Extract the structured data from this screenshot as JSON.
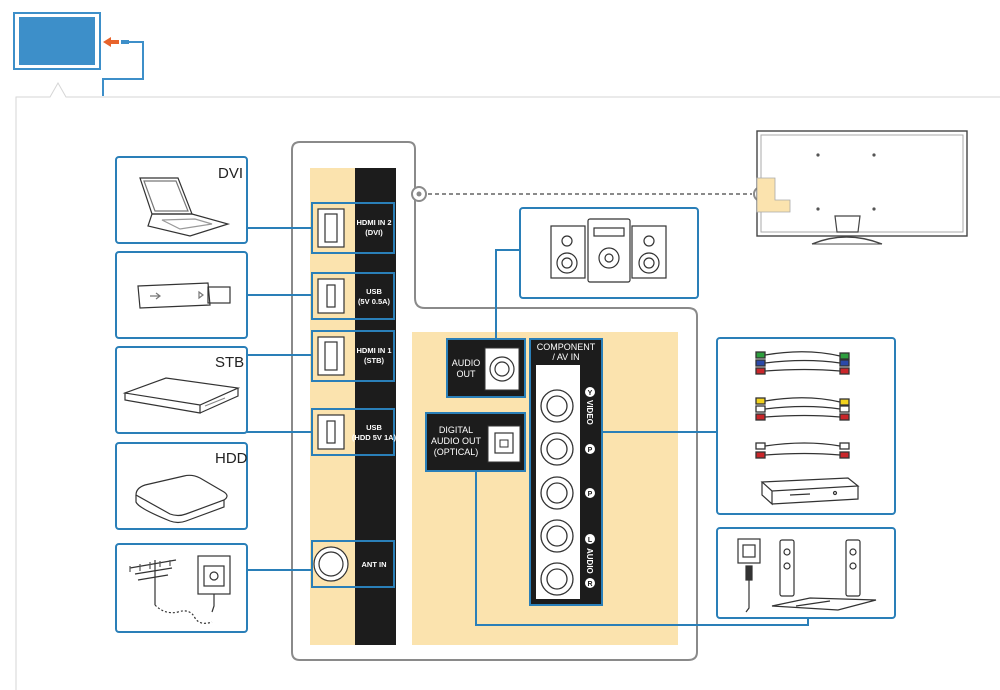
{
  "devices": {
    "laptop": {
      "label": "DVI"
    },
    "usb_stick": {
      "label": ""
    },
    "stb": {
      "label": "STB"
    },
    "usb_hdd": {
      "label": "HDD"
    },
    "antenna": {
      "label": ""
    }
  },
  "ports": {
    "hdmi2": {
      "line1": "HDMI IN 2",
      "line2": "(DVI)"
    },
    "usb1": {
      "line1": "USB",
      "line2": "(5V 0.5A)"
    },
    "hdmi1": {
      "line1": "HDMI IN 1",
      "line2": "(STB)"
    },
    "usb2": {
      "line1": "USB",
      "line2": "(HDD 5V 1A)"
    },
    "ant": {
      "line1": "ANT IN"
    },
    "audio_out": {
      "line1": "AUDIO",
      "line2": "OUT"
    },
    "optical": {
      "line1": "DIGITAL",
      "line2": "AUDIO OUT",
      "line3": "(OPTICAL)"
    },
    "component": {
      "line1": "COMPONENT",
      "line2": "/ AV IN",
      "video": "VIDEO",
      "audio": "AUDIO",
      "pb": "P",
      "pr": "P",
      "l": "L",
      "r": "R",
      "y": "Y"
    }
  },
  "colors": {
    "accent_blue": "#2a7fb8",
    "thumb_blue": "#3d8fc9",
    "panel_yellow": "#fbe3ae",
    "port_black": "#1c1c1c",
    "outline_gray": "#8a8a8a",
    "arrow_orange": "#e8632b"
  }
}
